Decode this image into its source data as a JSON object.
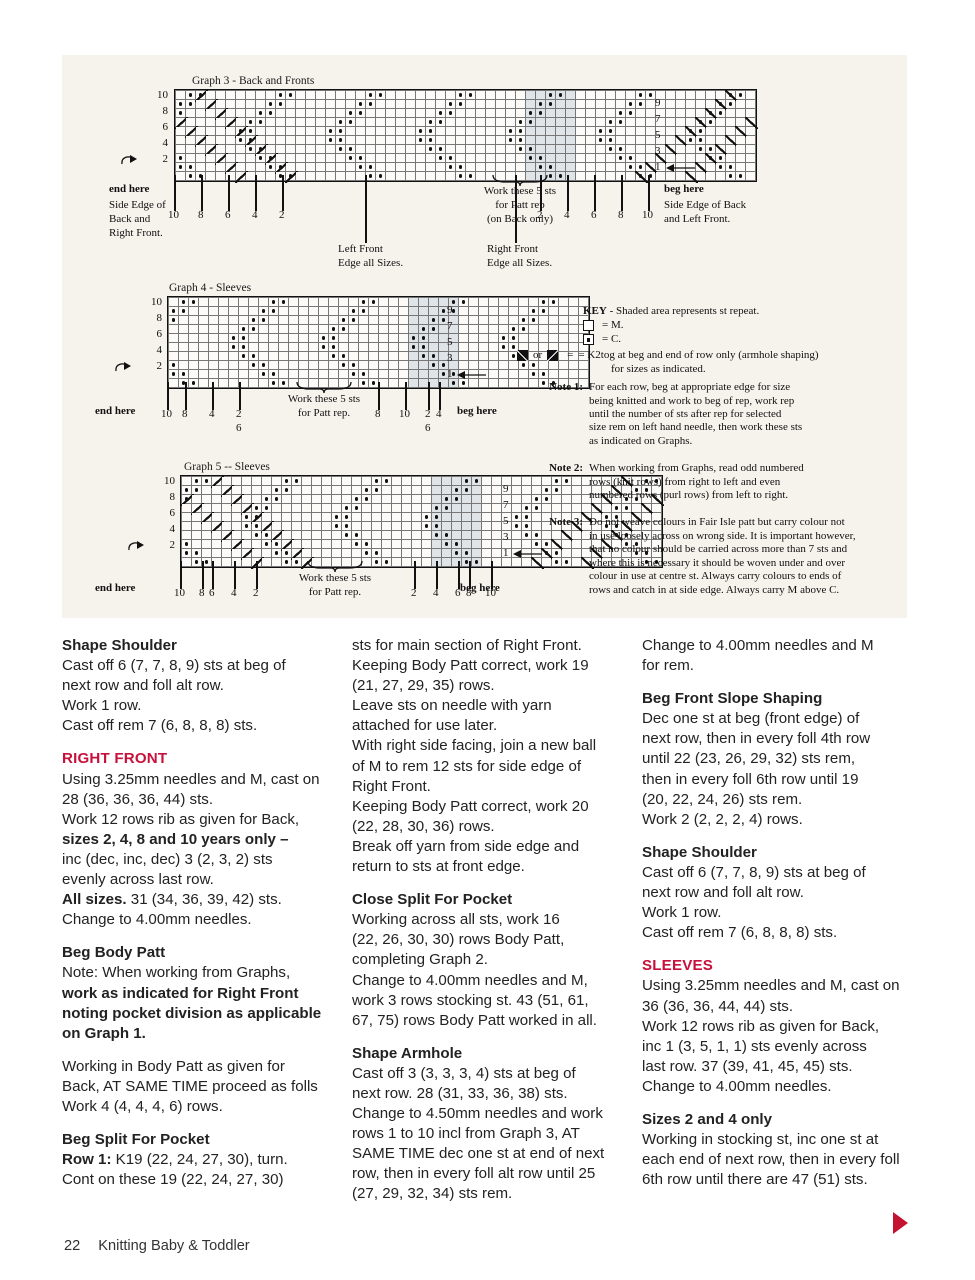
{
  "page": {
    "footer_page_number": "22",
    "footer_title": "Knitting Baby & Toddler",
    "accent_color": "#c8103c",
    "panel_background": "#f6f2ec",
    "shade_color": "#dfe4e8"
  },
  "graphs": [
    {
      "title": "Graph 3 - Back and Fronts",
      "rows_left": [
        "10",
        "8",
        "6",
        "4",
        "2"
      ],
      "rows_right": [
        "9",
        "7",
        "5",
        "3",
        "1"
      ],
      "start_arrow_row": "2",
      "end_arrow_row": "1",
      "left_end_label": "end here",
      "left_caption": "Side Edge of\nBack and\nRight Front.",
      "left_caption_lines": [
        "Side Edge of",
        "Back and",
        "Right Front."
      ],
      "left_ticks": [
        "10",
        "8",
        "6",
        "4",
        "2"
      ],
      "right_ticks": [
        "2",
        "4",
        "6",
        "8",
        "10"
      ],
      "right_beg_label": "beg here",
      "right_caption_lines": [
        "Side Edge of Back",
        "and Left Front."
      ],
      "repeat_caption_lines": [
        "Work these 5 sts",
        "for Patt rep",
        "(on Back only)"
      ],
      "mid_label_1_lines": [
        "Left Front",
        "Edge all Sizes."
      ],
      "mid_label_2_lines": [
        "Right Front",
        "Edge all Sizes."
      ],
      "columns": 58,
      "rows": 10,
      "shade_start_col": 35,
      "shade_width": 5
    },
    {
      "title": "Graph 4 - Sleeves",
      "rows_left": [
        "10",
        "8",
        "6",
        "4",
        "2"
      ],
      "rows_right": [
        "9",
        "7",
        "5",
        "3",
        "1"
      ],
      "left_end_label": "end here",
      "left_ticks": [
        "10",
        "8",
        "4",
        "2",
        "6"
      ],
      "right_ticks": [
        "8",
        "10",
        "2",
        "4",
        "6"
      ],
      "right_beg_label": "beg here",
      "repeat_caption_lines": [
        "Work these 5 sts",
        "for Patt rep."
      ],
      "columns": 42,
      "rows": 10,
      "shade_start_col": 24,
      "shade_width": 5
    },
    {
      "title": "Graph 5 -- Sleeves",
      "rows_left": [
        "10",
        "8",
        "6",
        "4",
        "2"
      ],
      "rows_right": [
        "9",
        "7",
        "5",
        "3",
        "1"
      ],
      "left_end_label": "end here",
      "left_ticks": [
        "10",
        "8",
        "6",
        "4",
        "2"
      ],
      "right_ticks": [
        "2",
        "4",
        "6",
        "8",
        "10"
      ],
      "right_beg_label": "beg here",
      "repeat_caption_lines": [
        "Work these 5 sts",
        "for Patt rep."
      ],
      "columns": 48,
      "rows": 10,
      "shade_start_col": 25,
      "shade_width": 5
    }
  ],
  "key": {
    "heading": "KEY",
    "heading_rest": " - Shaded area represents st repeat.",
    "entry_m": "= M.",
    "entry_c": "= C.",
    "or_word": "or",
    "entry_k2tog_line1": "= K2tog at beg and end of row only (armhole shaping)",
    "entry_k2tog_line2": "for sizes as indicated.",
    "notes": [
      {
        "label": "Note 1:",
        "lines": [
          "For each row, beg at appropriate edge for size",
          "being knitted and work to beg of rep, work rep",
          "until the number of sts after rep for selected",
          "size rem on left hand needle, then work these sts",
          "as indicated on Graphs."
        ]
      },
      {
        "label": "Note 2:",
        "lines": [
          "When working from Graphs, read odd numbered",
          "rows (knit rows) from right to left and even",
          "numbered rows (purl rows) from left to right."
        ]
      },
      {
        "label": "Note 3:",
        "lines": [
          "Do not weave colours in Fair Isle patt but carry colour not",
          "in use loosely across on wrong side. It is important however,",
          "that no colour should be carried across more than 7 sts and",
          "where this is necessary it should be woven under and over",
          "colour in use at centre st. Always carry colours to ends of",
          "rows and catch in at side edge. Always carry M above C."
        ]
      }
    ]
  },
  "columns": [
    {
      "blocks": [
        {
          "type": "heading",
          "text": "Shape Shoulder"
        },
        {
          "type": "text",
          "text": "Cast off 6 (7, 7, 8, 9) sts at beg of"
        },
        {
          "type": "text",
          "text": "next row and foll alt row."
        },
        {
          "type": "text",
          "text": "Work 1 row."
        },
        {
          "type": "text",
          "text": "Cast off rem 7 (6, 8, 8, 8) sts."
        },
        {
          "type": "gap"
        },
        {
          "type": "red",
          "text": "RIGHT FRONT"
        },
        {
          "type": "text",
          "text": "Using 3.25mm needles and M, cast on"
        },
        {
          "type": "text",
          "text": "28 (36, 36, 36, 44) sts."
        },
        {
          "type": "text",
          "text": "Work 12 rows rib as given for Back,"
        },
        {
          "type": "bold",
          "text": "sizes 2, 4, 8 and 10 years only –"
        },
        {
          "type": "text",
          "text": "inc (dec, inc, dec) 3 (2, 3, 2) sts"
        },
        {
          "type": "text",
          "text": "evenly across last row."
        },
        {
          "type": "mixed",
          "bold": "All sizes.",
          "text": " 31 (34, 36, 39, 42) sts."
        },
        {
          "type": "text",
          "text": "Change to 4.00mm needles."
        },
        {
          "type": "gap"
        },
        {
          "type": "heading",
          "text": "Beg Body Patt"
        },
        {
          "type": "text",
          "text": "Note: When working from Graphs,"
        },
        {
          "type": "bold",
          "text": "work as indicated for Right Front"
        },
        {
          "type": "bold",
          "text": "noting pocket division as applicable"
        },
        {
          "type": "bold",
          "text": "on Graph 1."
        },
        {
          "type": "gap"
        },
        {
          "type": "text",
          "text": "Working in Body Patt as given for"
        },
        {
          "type": "text",
          "text": "Back, AT SAME TIME proceed as folls"
        },
        {
          "type": "text",
          "text": "Work 4 (4, 4, 4, 6) rows."
        },
        {
          "type": "gap"
        },
        {
          "type": "heading",
          "text": "Beg Split For Pocket"
        },
        {
          "type": "mixed",
          "bold": "Row 1:",
          "text": " K19 (22, 24, 27, 30), turn."
        },
        {
          "type": "text",
          "text": "Cont on these 19 (22, 24, 27, 30)"
        }
      ]
    },
    {
      "blocks": [
        {
          "type": "text",
          "text": "sts for main section of Right Front."
        },
        {
          "type": "text",
          "text": "Keeping Body Patt correct, work 19"
        },
        {
          "type": "text",
          "text": "(21, 27, 29, 35) rows."
        },
        {
          "type": "text",
          "text": "Leave sts on needle with yarn"
        },
        {
          "type": "text",
          "text": "attached for use later."
        },
        {
          "type": "text",
          "text": "With right side facing, join a new ball"
        },
        {
          "type": "text",
          "text": "of M to rem 12 sts for side edge of"
        },
        {
          "type": "text",
          "text": "Right Front."
        },
        {
          "type": "text",
          "text": "Keeping Body Patt correct, work 20"
        },
        {
          "type": "text",
          "text": "(22, 28, 30, 36) rows."
        },
        {
          "type": "text",
          "text": "Break off yarn from side edge and"
        },
        {
          "type": "text",
          "text": "return to sts at front edge."
        },
        {
          "type": "gap"
        },
        {
          "type": "heading",
          "text": "Close Split For Pocket"
        },
        {
          "type": "text",
          "text": "Working across all sts, work 16"
        },
        {
          "type": "text",
          "text": "(22, 26, 30, 30) rows Body Patt,"
        },
        {
          "type": "text",
          "text": "completing Graph 2."
        },
        {
          "type": "text",
          "text": "Change to 4.00mm needles and M,"
        },
        {
          "type": "text",
          "text": "work 3 rows stocking st. 43 (51, 61,"
        },
        {
          "type": "text",
          "text": "67, 75) rows Body Patt worked in all."
        },
        {
          "type": "gap"
        },
        {
          "type": "heading",
          "text": "Shape Armhole"
        },
        {
          "type": "text",
          "text": "Cast off 3 (3, 3, 3, 4) sts at beg of"
        },
        {
          "type": "text",
          "text": "next row. 28 (31, 33, 36, 38) sts."
        },
        {
          "type": "text",
          "text": "Change to 4.50mm needles and work"
        },
        {
          "type": "text",
          "text": "rows 1 to 10 incl from Graph 3, AT"
        },
        {
          "type": "text",
          "text": "SAME TIME dec one st at end of next"
        },
        {
          "type": "text",
          "text": "row, then in every foll alt row until 25"
        },
        {
          "type": "text",
          "text": "(27, 29, 32, 34) sts rem."
        }
      ]
    },
    {
      "blocks": [
        {
          "type": "text",
          "text": "Change to 4.00mm needles and M"
        },
        {
          "type": "text",
          "text": "for rem."
        },
        {
          "type": "gap"
        },
        {
          "type": "heading",
          "text": "Beg Front Slope Shaping"
        },
        {
          "type": "text",
          "text": "Dec one st at beg (front edge) of"
        },
        {
          "type": "text",
          "text": "next row, then in every foll 4th row"
        },
        {
          "type": "text",
          "text": "until 22 (23, 26, 29, 32) sts rem,"
        },
        {
          "type": "text",
          "text": "then in every foll 6th row until 19"
        },
        {
          "type": "text",
          "text": "(20, 22, 24, 26) sts rem."
        },
        {
          "type": "text",
          "text": "Work 2 (2, 2, 2, 4) rows."
        },
        {
          "type": "gap"
        },
        {
          "type": "heading",
          "text": "Shape Shoulder"
        },
        {
          "type": "text",
          "text": "Cast off 6 (7, 7, 8, 9) sts at beg of"
        },
        {
          "type": "text",
          "text": "next row and foll alt row."
        },
        {
          "type": "text",
          "text": "Work 1 row."
        },
        {
          "type": "text",
          "text": "Cast off rem 7 (6, 8, 8, 8) sts."
        },
        {
          "type": "gap"
        },
        {
          "type": "red",
          "text": "SLEEVES"
        },
        {
          "type": "text",
          "text": "Using 3.25mm needles and M, cast on"
        },
        {
          "type": "text",
          "text": "36 (36, 36, 44, 44) sts."
        },
        {
          "type": "text",
          "text": "Work 12 rows rib as given for Back,"
        },
        {
          "type": "text",
          "text": "inc 1 (3, 5, 1, 1) sts evenly across"
        },
        {
          "type": "text",
          "text": "last row. 37 (39, 41, 45, 45) sts."
        },
        {
          "type": "text",
          "text": "Change to 4.00mm needles."
        },
        {
          "type": "gap"
        },
        {
          "type": "heading",
          "text": "Sizes 2 and 4 only"
        },
        {
          "type": "text",
          "text": "Working in stocking st, inc one st at"
        },
        {
          "type": "text",
          "text": "each end of next row, then in every foll"
        },
        {
          "type": "text",
          "text": "6th row until there are 47 (51) sts."
        }
      ]
    }
  ]
}
